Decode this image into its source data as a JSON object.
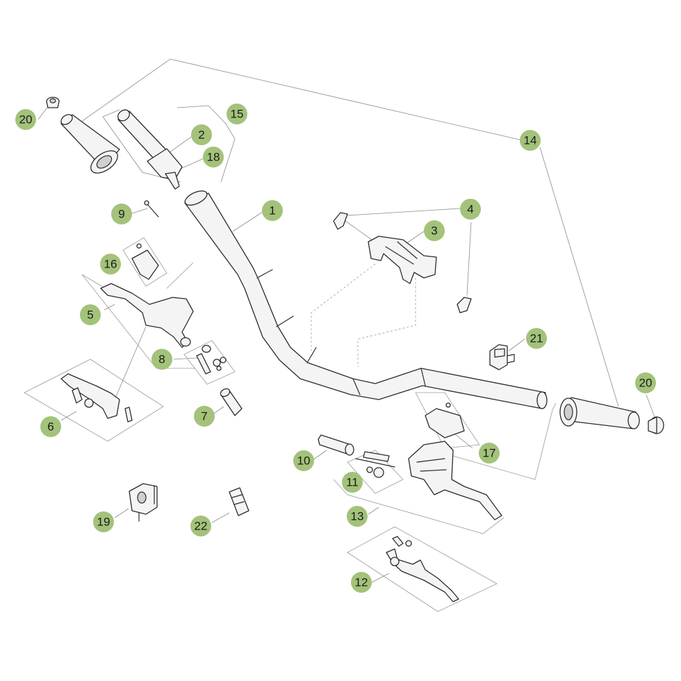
{
  "colors": {
    "callout_fill": "#a3c27a",
    "line": "#2b2b2b",
    "leader": "#8a8a8a"
  },
  "callouts": {
    "c1": "1",
    "c2": "2",
    "c3": "3",
    "c4": "4",
    "c5": "5",
    "c6": "6",
    "c7": "7",
    "c8": "8",
    "c9": "9",
    "c10": "10",
    "c11": "11",
    "c12": "12",
    "c13": "13",
    "c14": "14",
    "c15": "15",
    "c16": "16",
    "c17": "17",
    "c18": "18",
    "c19": "19",
    "c20_left": "20",
    "c20_right": "20",
    "c21": "21",
    "c22": "22"
  }
}
